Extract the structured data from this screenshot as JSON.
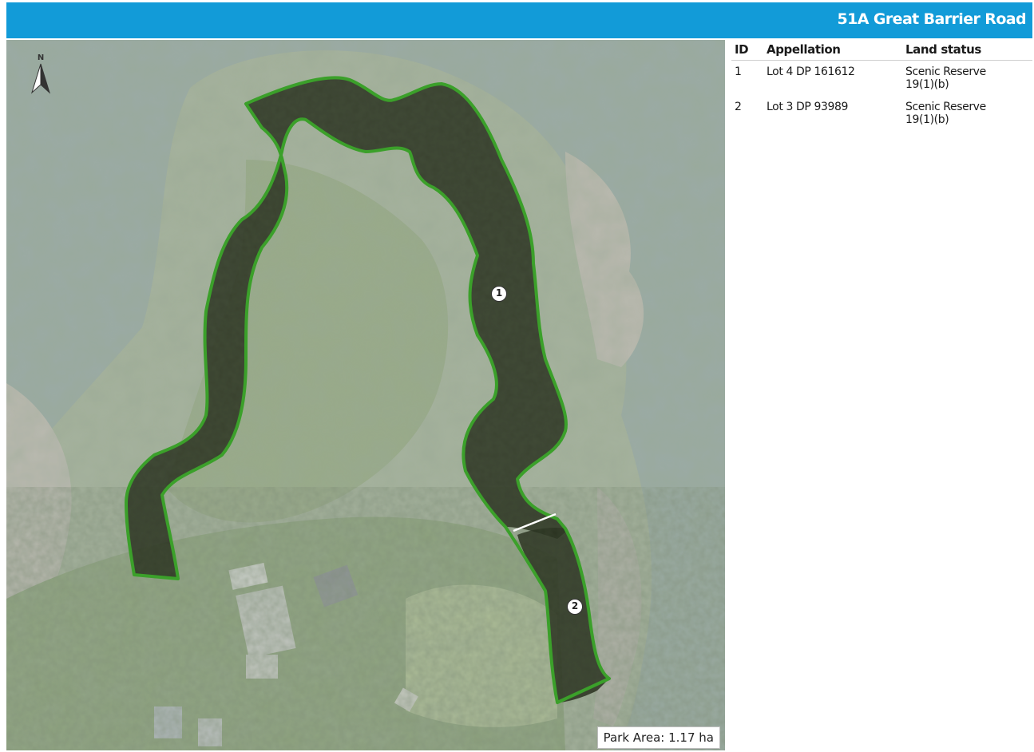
{
  "header": {
    "title": "51A Great Barrier Road"
  },
  "map": {
    "north_label": "N",
    "markers": [
      {
        "label": "1"
      },
      {
        "label": "2"
      }
    ],
    "park_area": "Park Area: 1.17 ha",
    "colors": {
      "boundary": "#3ba02a",
      "header": "#129bd8",
      "sea": "#7f948c",
      "vegetation": "#4f6a3e"
    }
  },
  "table": {
    "headers": [
      "ID",
      "Appellation",
      "Land status"
    ],
    "rows": [
      {
        "id": "1",
        "appellation": "Lot 4 DP 161612",
        "status": [
          "Scenic Reserve",
          "19(1)(b)"
        ]
      },
      {
        "id": "2",
        "appellation": "Lot 3 DP 93989",
        "status": [
          "Scenic Reserve",
          "19(1)(b)"
        ]
      }
    ]
  }
}
